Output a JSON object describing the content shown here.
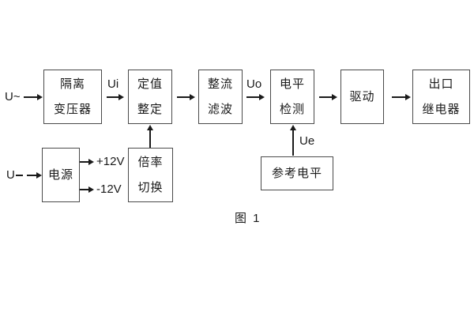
{
  "figure": {
    "caption": "图 1",
    "background": "#ffffff",
    "border_color": "#4a4a4a",
    "text_color": "#1a1a1a"
  },
  "blocks": {
    "isolation_transformer": {
      "line1": "隔离",
      "line2": "变压器"
    },
    "setting_adjust": {
      "line1": "定值",
      "line2": "整定"
    },
    "rectifier_filter": {
      "line1": "整流",
      "line2": "滤波"
    },
    "level_detect": {
      "line1": "电平",
      "line2": "检测"
    },
    "drive": {
      "label": "驱动"
    },
    "output_relay": {
      "line1": "出口",
      "line2": "继电器"
    },
    "power_supply": {
      "label": "电源"
    },
    "multiplier_switch": {
      "line1": "倍率",
      "line2": "切换"
    },
    "reference_level": {
      "label": "参考电平"
    }
  },
  "signals": {
    "ac_input": "U~",
    "dc_input": "U",
    "ui": "Ui",
    "uo": "Uo",
    "ue": "Ue",
    "plus_12v": "+12V",
    "minus_12v": "-12V"
  }
}
